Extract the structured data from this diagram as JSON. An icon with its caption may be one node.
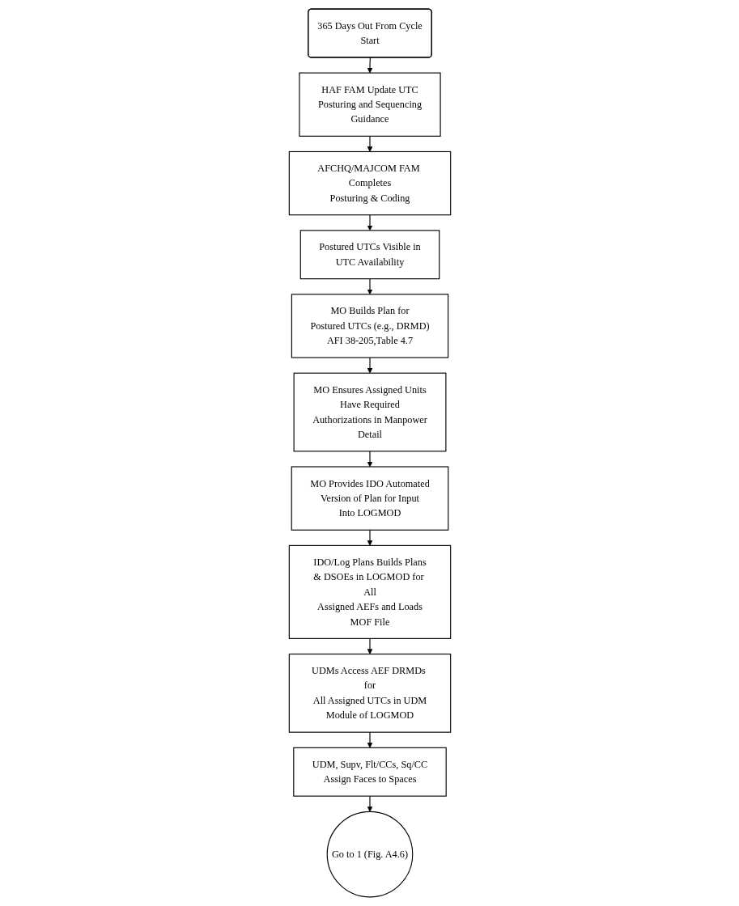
{
  "diagram": {
    "nodes": [
      {
        "text": [
          "365 Days Out From Cycle Start"
        ]
      },
      {
        "text": [
          "HAF FAM Update UTC Posturing and Sequencing Guidance"
        ]
      },
      {
        "text": [
          "AFCHQ/MAJCOM FAM Completes Posturing & Coding"
        ]
      },
      {
        "text": [
          "Postured UTCs Visible in UTC Availability"
        ]
      },
      {
        "text": [
          "MO Builds Plan for Postured UTCs (e.g., DRMD) AFI 38-205,Table 4.7"
        ]
      },
      {
        "text": [
          "MO Ensures Assigned Units Have Required Authorizations in Manpower Detail"
        ]
      },
      {
        "text": [
          "MO Provides IDO Automated Version of Plan for Input Into LOGMOD"
        ]
      },
      {
        "text": [
          "IDO/Log Plans Builds Plans & DSOEs in LOGMOD for All Assigned AEFs and Loads MOF File"
        ]
      },
      {
        "text": [
          "UDMs Access AEF DRMDs for All Assigned UTCs in UDM Module of LOGMOD"
        ]
      },
      {
        "text": [
          "UDM, Supv, Flt/CCs, Sq/CC Assign Faces to Spaces"
        ]
      },
      {
        "text": [
          "Go to 1 (Fig. A4.6)"
        ]
      }
    ],
    "edges": [
      {
        "from": 0,
        "to": 1,
        "arrow": "to"
      },
      {
        "from": 1,
        "to": 2,
        "arrow": "to"
      },
      {
        "from": 2,
        "to": 3,
        "arrow": "to"
      },
      {
        "from": 3,
        "to": 4,
        "arrow": "to"
      },
      {
        "from": 4,
        "to": 5,
        "arrow": "to"
      },
      {
        "from": 5,
        "to": 6,
        "arrow": "to"
      },
      {
        "from": 6,
        "to": 7,
        "arrow": "to"
      },
      {
        "from": 7,
        "to": 8,
        "arrow": "to"
      },
      {
        "from": 8,
        "to": 9,
        "arrow": "to"
      },
      {
        "from": 9,
        "to": 10,
        "arrow": "to"
      }
    ]
  }
}
